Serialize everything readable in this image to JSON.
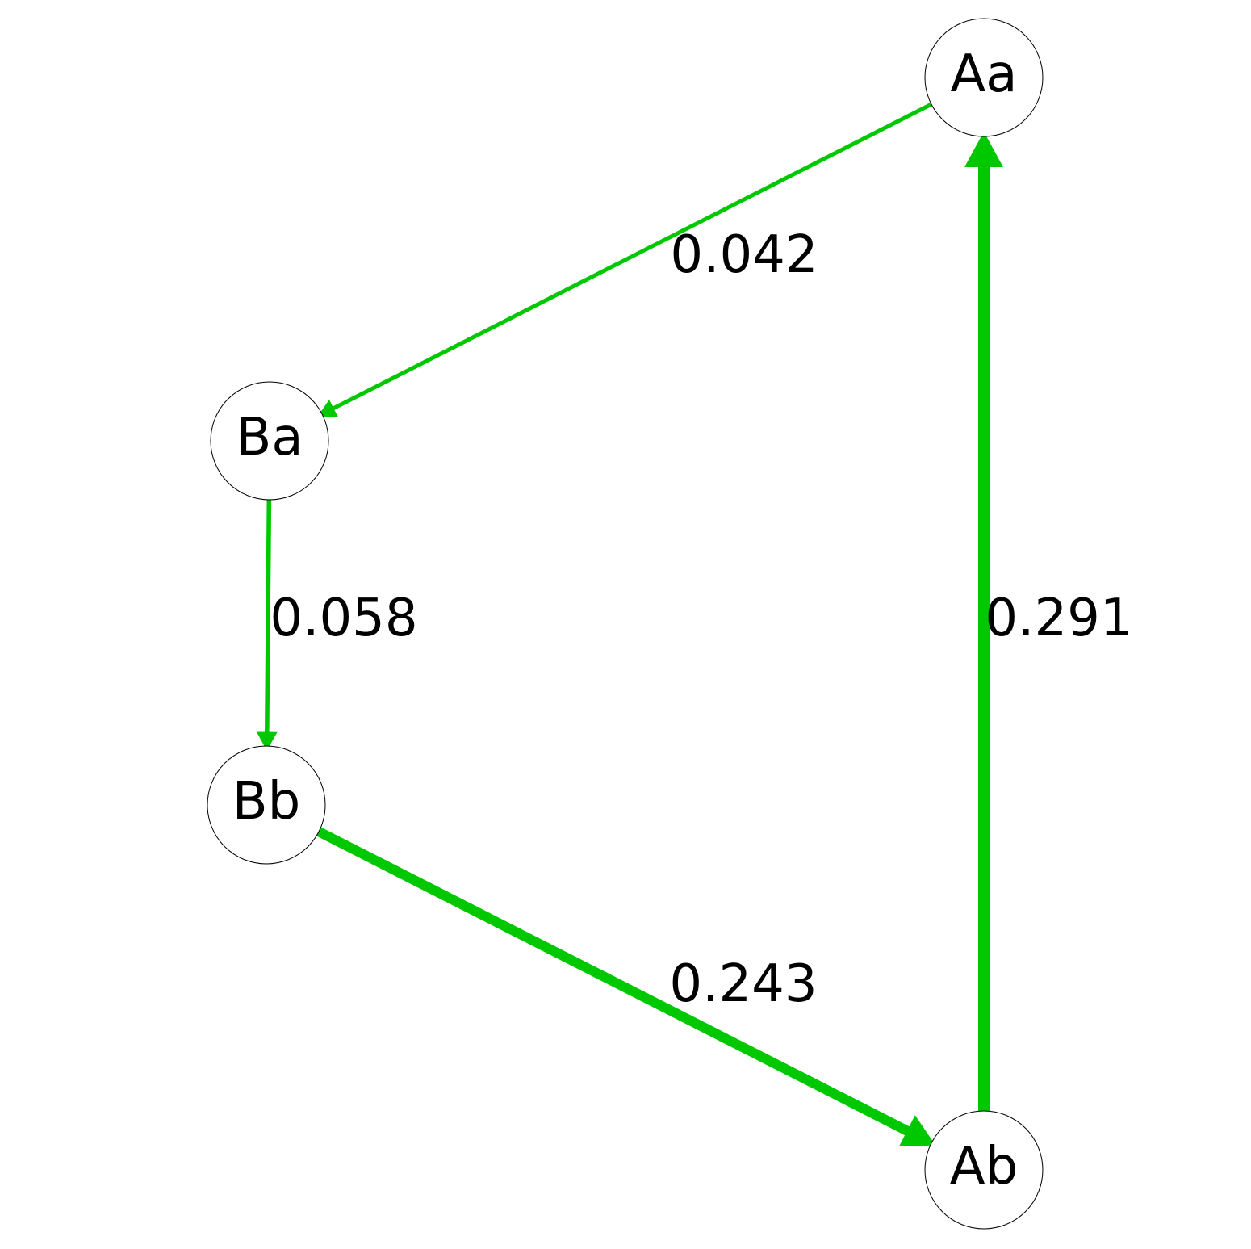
{
  "diagram": {
    "edge_color": "#00c800",
    "nodes": [
      {
        "id": "Aa",
        "label": "Aa"
      },
      {
        "id": "Ba",
        "label": "Ba"
      },
      {
        "id": "Bb",
        "label": "Bb"
      },
      {
        "id": "Ab",
        "label": "Ab"
      }
    ],
    "edges": [
      {
        "id": "Aa-Ba",
        "from": "Aa",
        "to": "Ba",
        "label": "0.042",
        "weight": 0.042
      },
      {
        "id": "Ba-Bb",
        "from": "Ba",
        "to": "Bb",
        "label": "0.058",
        "weight": 0.058
      },
      {
        "id": "Bb-Ab",
        "from": "Bb",
        "to": "Ab",
        "label": "0.243",
        "weight": 0.243
      },
      {
        "id": "Ab-Aa",
        "from": "Ab",
        "to": "Aa",
        "label": "0.291",
        "weight": 0.291
      }
    ]
  }
}
